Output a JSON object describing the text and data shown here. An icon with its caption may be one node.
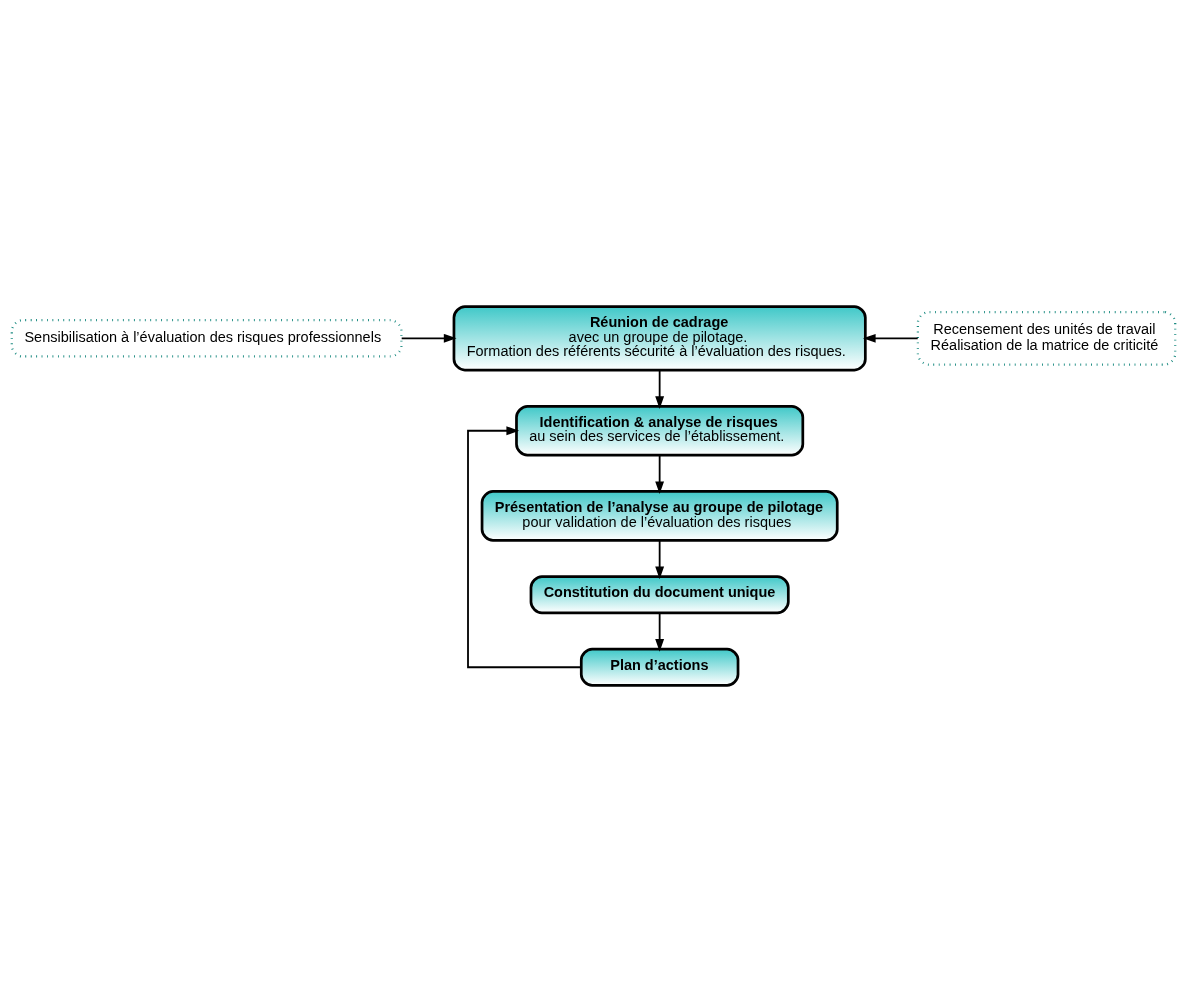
{
  "diagram": {
    "nodes": [
      {
        "text": [
          "Sensibilisation à l’évaluation des risques professionnels"
        ]
      },
      {
        "text": [
          "Réunion de cadrage",
          "avec un groupe de pilotage.",
          "Formation des référents sécurité à l’évaluation des risques."
        ]
      },
      {
        "text": [
          "Recensement des unités de travail",
          "Réalisation de la matrice de criticité"
        ]
      },
      {
        "text": [
          "Identification & analyse de risques",
          "au sein des services de l’établissement."
        ]
      },
      {
        "text": [
          "Présentation de l’analyse au groupe de pilotage",
          "pour validation de l’évaluation des risques"
        ]
      },
      {
        "text": [
          "Constitution du document unique"
        ]
      },
      {
        "text": [
          "Plan d’actions"
        ]
      }
    ],
    "edges": [
      {
        "from": 0,
        "to": 1,
        "arrow": "to"
      },
      {
        "from": 2,
        "to": 1,
        "arrow": "to"
      },
      {
        "from": 1,
        "to": 3,
        "arrow": "to"
      },
      {
        "from": 3,
        "to": 4,
        "arrow": "to"
      },
      {
        "from": 4,
        "to": 5,
        "arrow": "to"
      },
      {
        "from": 5,
        "to": 6,
        "arrow": "to"
      },
      {
        "from": 6,
        "to": 3,
        "arrow": "to"
      }
    ]
  }
}
